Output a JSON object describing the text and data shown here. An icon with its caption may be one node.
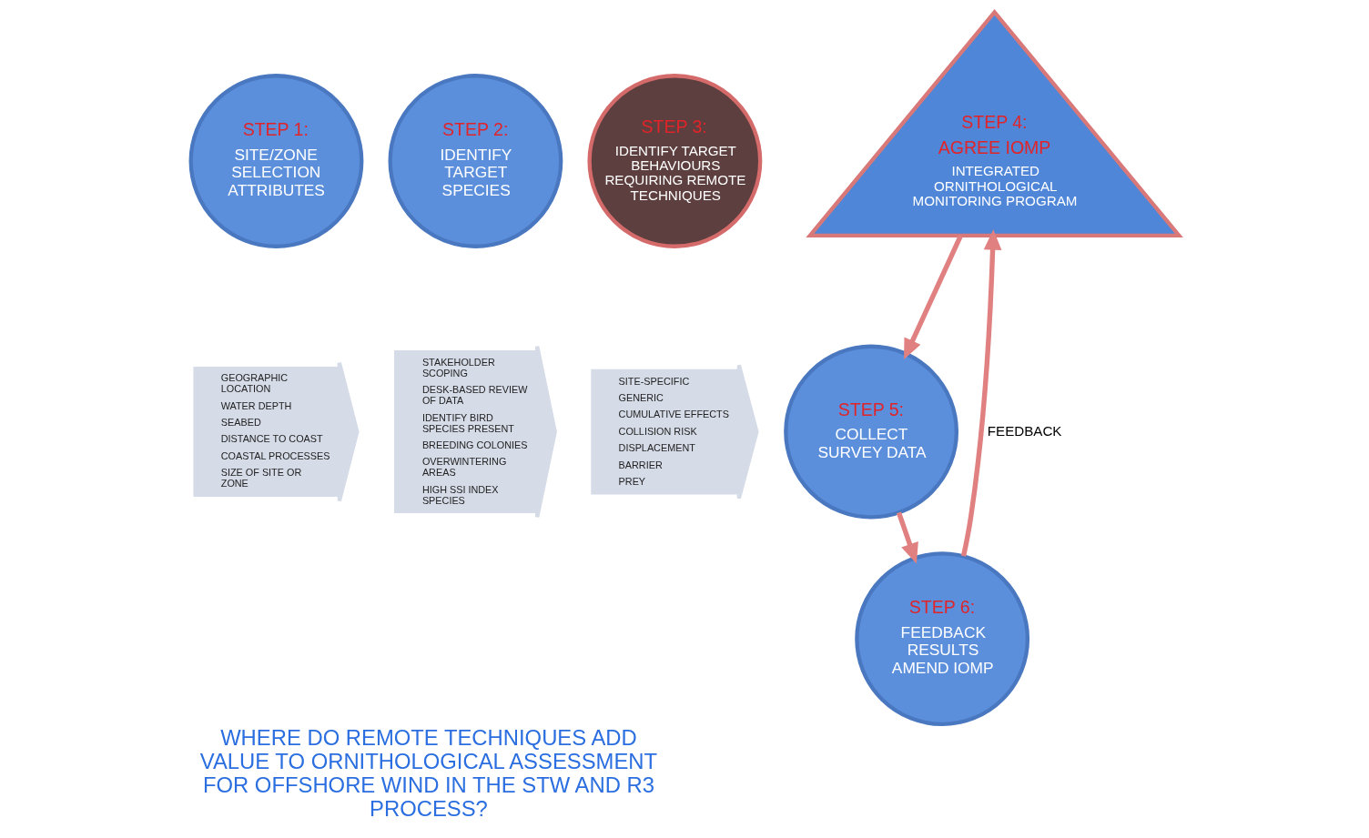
{
  "diagram": {
    "title": "WHERE DO REMOTE TECHNIQUES ADD VALUE TO ORNITHOLOGICAL ASSESSMENT FOR OFFSHORE WIND IN THE STW AND R3 PROCESS?",
    "nodes": [
      {
        "text": [
          "STEP 1:",
          "SITE/ZONE SELECTION ATTRIBUTES"
        ]
      },
      {
        "text": [
          "STEP 2:",
          "IDENTIFY TARGET SPECIES"
        ]
      },
      {
        "text": [
          "STEP 3:",
          "IDENTIFY TARGET BEHAVIOURS REQUIRING REMOTE TECHNIQUES"
        ]
      },
      {
        "text": [
          "STEP 4:",
          "AGREE IOMP",
          "INTEGRATED ORNITHOLOGICAL MONITORING PROGRAM"
        ]
      },
      {
        "text": [
          "GEOGRAPHIC LOCATION",
          "WATER DEPTH",
          "SEABED",
          "DISTANCE TO COAST",
          "COASTAL PROCESSES",
          "SIZE OF SITE OR ZONE"
        ]
      },
      {
        "text": [
          "STAKEHOLDER SCOPING",
          "DESK-BASED REVIEW OF DATA",
          "IDENTIFY BIRD SPECIES PRESENT",
          "BREEDING COLONIES",
          "OVERWINTERING AREAS",
          "HIGH SSI INDEX SPECIES"
        ]
      },
      {
        "text": [
          "SITE-SPECIFIC",
          "GENERIC",
          "CUMULATIVE EFFECTS",
          "COLLISION RISK",
          "DISPLACEMENT",
          "BARRIER",
          "PREY"
        ]
      },
      {
        "text": [
          "STEP 5:",
          "COLLECT SURVEY DATA"
        ]
      },
      {
        "text": [
          "STEP 6:",
          "FEEDBACK RESULTS AMEND IOMP"
        ]
      }
    ],
    "edges": [
      {
        "from": 3,
        "to": 7,
        "arrow": "to"
      },
      {
        "from": 7,
        "to": 8,
        "arrow": "to"
      },
      {
        "from": 8,
        "to": 3,
        "arrow": "to",
        "label": "FEEDBACK"
      }
    ]
  }
}
